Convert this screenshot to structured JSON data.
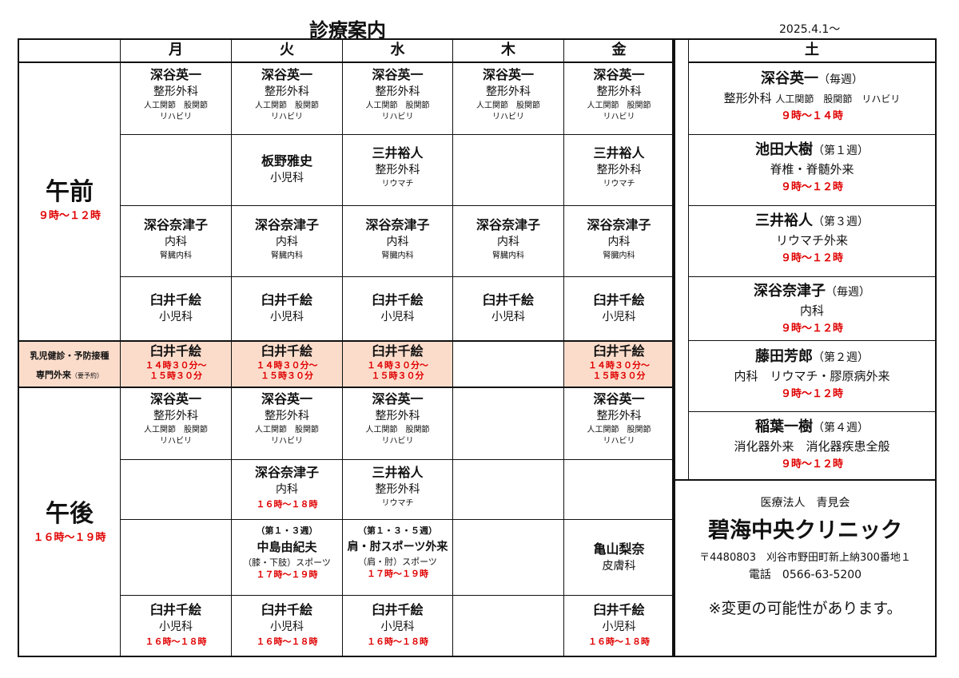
{
  "header": {
    "title": "診療案内",
    "date": "2025.4.1～"
  },
  "days": [
    "月",
    "火",
    "水",
    "木",
    "金",
    "土"
  ],
  "am": {
    "label": "午前",
    "time": "９時～１２時"
  },
  "pm": {
    "label": "午後",
    "time": "１６時～１９時"
  },
  "special": {
    "line1": "乳児健診・予防接種",
    "line2": "専門外来",
    "note": "（要予約）"
  },
  "cells": {
    "am1": {
      "name": "深谷英一",
      "dept": "整形外科",
      "sub1": "人工関節　股関節",
      "sub2": "リハビリ"
    },
    "am2_tue": {
      "name": "板野雅史",
      "dept": "小児科"
    },
    "am2": {
      "name": "三井裕人",
      "dept": "整形外科",
      "sub1": "リウマチ"
    },
    "am3": {
      "name": "深谷奈津子",
      "dept": "内科",
      "sub1": "腎臓内科"
    },
    "am4": {
      "name": "臼井千絵",
      "dept": "小児科"
    },
    "sp": {
      "name": "臼井千絵",
      "time1": "１４時３０分～",
      "time2": "１５時３０分"
    },
    "pm1": {
      "name": "深谷英一",
      "dept": "整形外科",
      "sub1": "人工関節　股関節",
      "sub2": "リハビリ"
    },
    "pm2_tue": {
      "name": "深谷奈津子",
      "dept": "内科",
      "time": "１６時～１８時"
    },
    "pm2_wed": {
      "name": "三井裕人",
      "dept": "整形外科",
      "sub1": "リウマチ"
    },
    "pm3_tue": {
      "week": "（第１・３週）",
      "name": "中島由紀夫",
      "note": "（膝・下肢）スポーツ",
      "time": "１７時～１９時"
    },
    "pm3_wed": {
      "week": "（第１・３・５週）",
      "name": "肩・肘スポーツ外来",
      "note": "（肩・肘）スポーツ",
      "time": "１７時～１９時"
    },
    "pm3_fri": {
      "name": "亀山梨奈",
      "dept": "皮膚科"
    },
    "pm4": {
      "name": "臼井千絵",
      "dept": "小児科",
      "time": "１６時～１８時"
    }
  },
  "saturday": [
    {
      "name": "深谷英一",
      "week": "（毎週）",
      "dept": "整形外科",
      "sub": "人工関節　股関節　リハビリ",
      "time": "９時～１４時"
    },
    {
      "name": "池田大樹",
      "week": "（第１週）",
      "dept": "脊椎・脊髄外来",
      "time": "９時～１２時"
    },
    {
      "name": "三井裕人",
      "week": "（第３週）",
      "dept": "リウマチ外来",
      "time": "９時～１２時"
    },
    {
      "name": "深谷奈津子",
      "week": "（毎週）",
      "dept": "内科",
      "time": "９時～１２時"
    },
    {
      "name": "藤田芳郎",
      "week": "（第２週）",
      "dept": "内科　リウマチ・膠原病外来",
      "time": "９時～１２時"
    },
    {
      "name": "稲葉一樹",
      "week": "（第４週）",
      "dept": "消化器外来　消化器疾患全般",
      "time": "９時～１２時"
    }
  ],
  "clinic": {
    "corp": "医療法人　青見会",
    "name": "碧海中央クリニック",
    "address": "〒4480803　刈谷市野田町新上納300番地１",
    "phone": "電話　0566-63-5200",
    "notice": "※変更の可能性があります。"
  }
}
